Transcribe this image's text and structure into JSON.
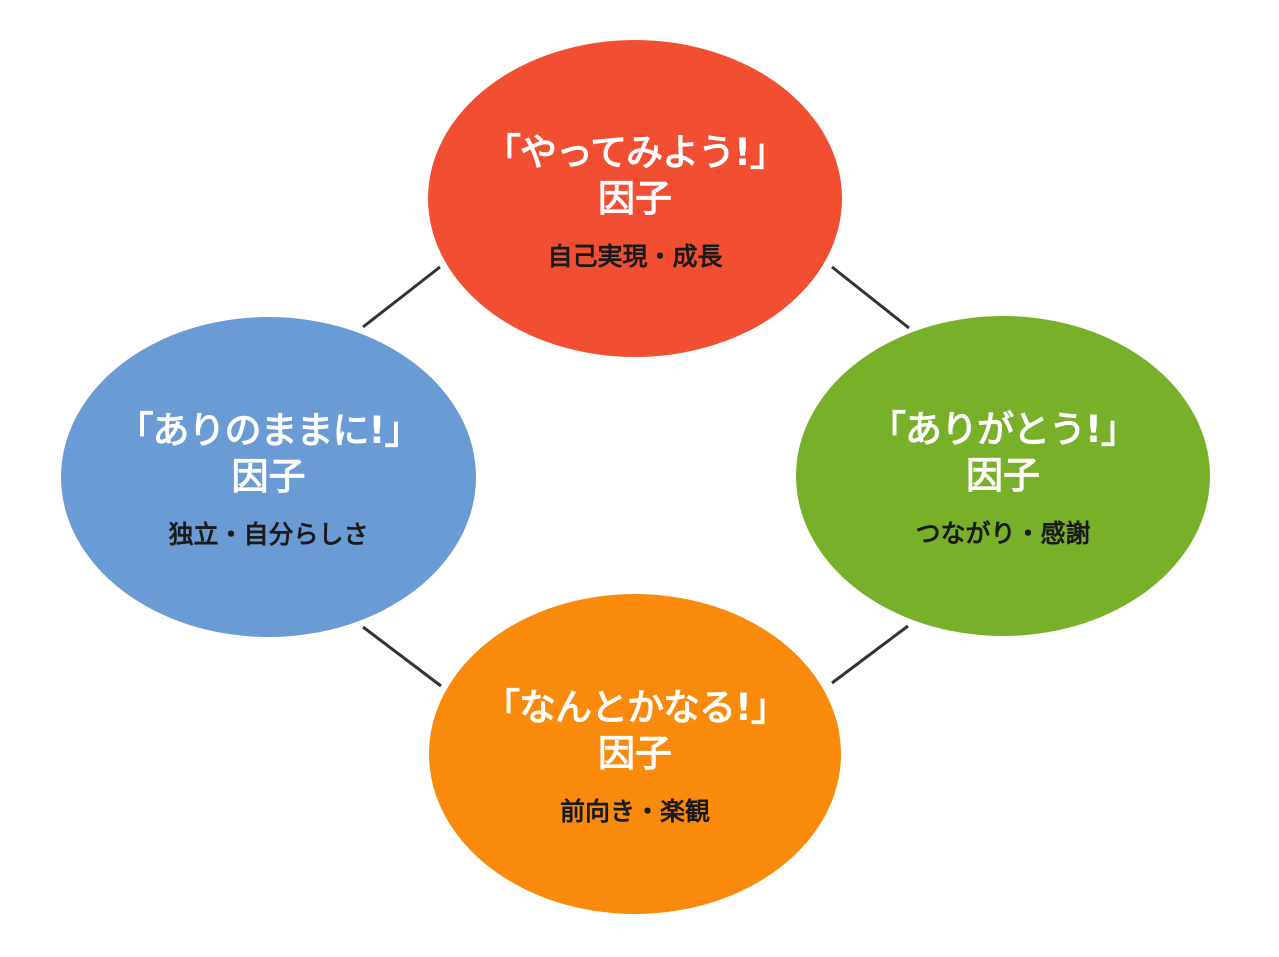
{
  "diagram": {
    "factors": [
      {
        "id": "top",
        "title": "「やってみよう!」",
        "suffix": "因子",
        "description": "自己実現・成長",
        "color": "#F24E32"
      },
      {
        "id": "left",
        "title": "「ありのままに!」",
        "suffix": "因子",
        "description": "独立・自分らしさ",
        "color": "#6A9BD4"
      },
      {
        "id": "right",
        "title": "「ありがとう!」",
        "suffix": "因子",
        "description": "つながり・感謝",
        "color": "#78B02A"
      },
      {
        "id": "bottom",
        "title": "「なんとかなる!」",
        "suffix": "因子",
        "description": "前向き・楽観",
        "color": "#F98A0C"
      }
    ],
    "connector_color": "#333333",
    "connections": [
      [
        "top",
        "left"
      ],
      [
        "top",
        "right"
      ],
      [
        "left",
        "bottom"
      ],
      [
        "right",
        "bottom"
      ]
    ]
  }
}
